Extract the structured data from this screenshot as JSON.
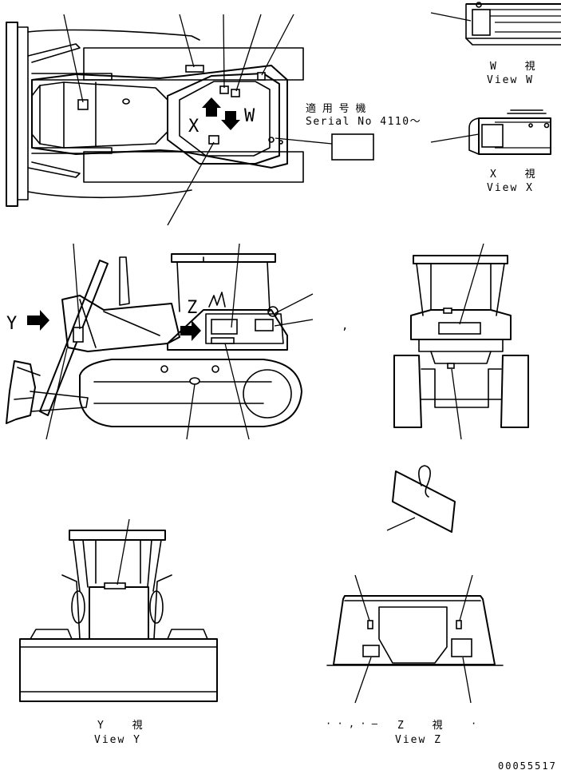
{
  "serial_label": {
    "jp": "適 用 号 機",
    "en": "Serial No 4110～"
  },
  "views": {
    "w": {
      "jp": "W  視",
      "en": "View W",
      "letter": "W"
    },
    "x": {
      "jp": "X  視",
      "en": "View X",
      "letter": "X"
    },
    "y": {
      "jp": "Y  視",
      "en": "View Y",
      "letter": "Y"
    },
    "z": {
      "jp": "Z  視",
      "en": "View Z",
      "letter": "Z"
    }
  },
  "marks": {
    "side_comma": ",",
    "z_dots": "·  ·  ,  ·  –"
  },
  "drawing_number": "00055517"
}
